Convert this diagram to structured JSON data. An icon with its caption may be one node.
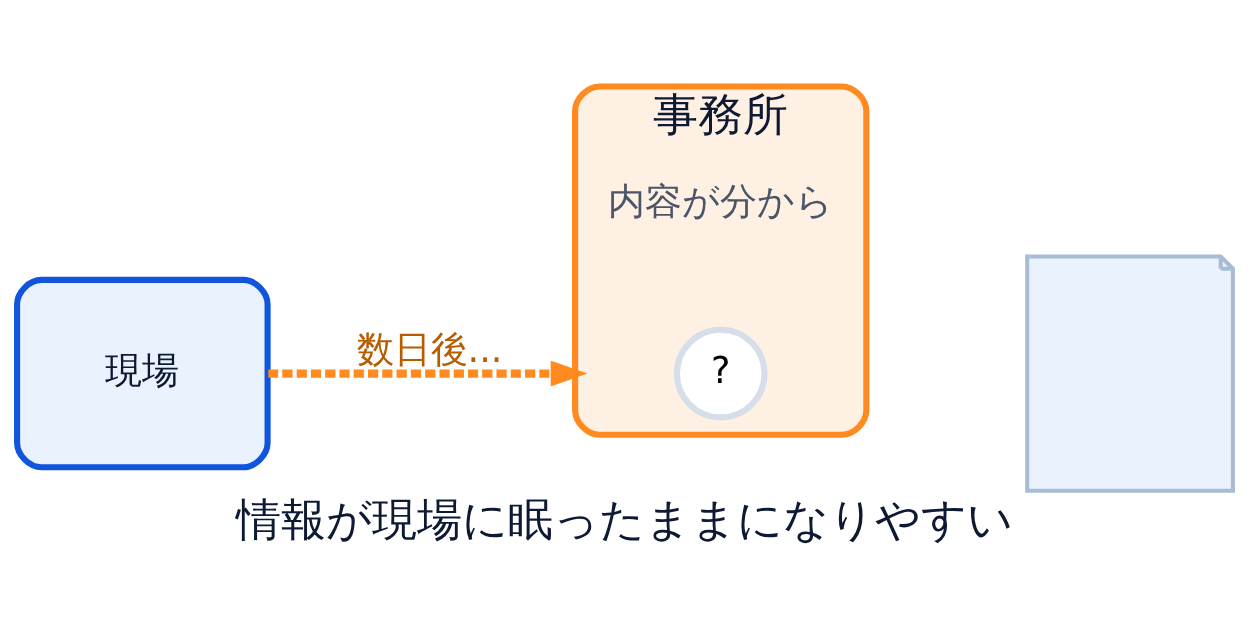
{
  "diagram": {
    "caption": "情報が現場に眠ったままになりやすい",
    "nodes": [
      {
        "text": [
          "現場"
        ]
      },
      {
        "text": [
          "事務所",
          "内容が分から"
        ]
      },
      {
        "text": [
          "?"
        ],
        "in": 1
      },
      {
        "text": [],
        "shape": "box"
      }
    ],
    "edges": [
      {
        "from": 0,
        "to": 1,
        "arrow": "to",
        "style": "dashed",
        "label": "数日後..."
      }
    ]
  }
}
